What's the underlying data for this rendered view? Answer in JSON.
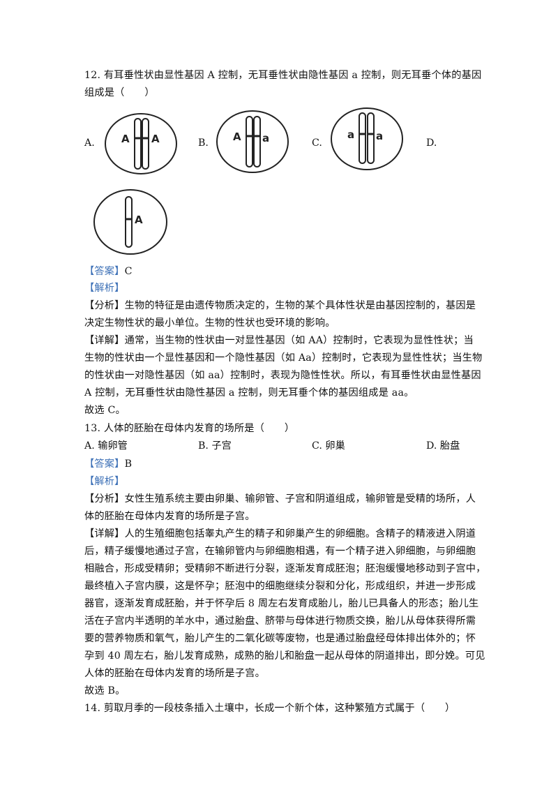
{
  "q12": {
    "stem_line1": "12. 有耳垂性状由显性基因 A 控制，无耳垂性状由隐性基因 a 控制，则无耳垂个体的基因",
    "stem_line2": "组成是（　　）",
    "options": [
      {
        "label": "A.",
        "genes": [
          "A",
          "A"
        ]
      },
      {
        "label": "B.",
        "genes": [
          "A",
          "a"
        ]
      },
      {
        "label": "C.",
        "genes": [
          "a",
          "a"
        ]
      },
      {
        "label": "D.",
        "genes": [
          "A"
        ]
      }
    ],
    "answer_tag": "【答案】",
    "answer": "C",
    "analysis_tag": "【解析】",
    "fenxi_tag": "【分析】",
    "fenxi_lines": [
      "生物的特征是由遗传物质决定的，生物的某个具体性状是由基因控制的，基因是",
      "决定生物性状的最小单位。生物的性状也受环境的影响。"
    ],
    "xiangjie_tag": "【详解】",
    "xiangjie_lines": [
      "通常，当生物的性状由一对显性基因（如 AA）控制时，它表现为显性性状；当",
      "生物的性状由一个显性基因和一个隐性基因（如 Aa）控制时，它表现为显性性状；当生物",
      "的性状由一对隐性基因（如 aa）控制时，表现为隐性性状。所以，有耳垂性状由显性基因",
      "A 控制，无耳垂性状由隐性基因 a 控制，则无耳垂个体的基因组成是 aa。"
    ],
    "conclusion": "故选 C。"
  },
  "q13": {
    "stem": "13. 人体的胚胎在母体内发育的场所是（　　）",
    "options": [
      {
        "label": "A.",
        "text": "输卵管"
      },
      {
        "label": "B.",
        "text": "子宫"
      },
      {
        "label": "C.",
        "text": "卵巢"
      },
      {
        "label": "D.",
        "text": "胎盘"
      }
    ],
    "answer_tag": "【答案】",
    "answer": "B",
    "analysis_tag": "【解析】",
    "fenxi_tag": "【分析】",
    "fenxi_lines": [
      "女性生殖系统主要由卵巢、输卵管、子宫和阴道组成，输卵管是受精的场所，人",
      "体的胚胎在母体内发育的场所是子宫。"
    ],
    "xiangjie_tag": "【详解】",
    "xiangjie_lines": [
      "人的生殖细胞包括睾丸产生的精子和卵巢产生的卵细胞。含精子的精液进入阴道",
      "后，精子缓慢地通过子宫，在输卵管内与卵细胞相遇，有一个精子进入卵细胞，与卵细胞",
      "相融合，形成受精卵；受精卵不断进行分裂，逐渐发育成胚泡；胚泡缓慢地移动到子宫中，",
      "最终植入子宫内膜，这是怀孕；胚泡中的细胞继续分裂和分化，形成组织，并进一步形成",
      "器官，逐渐发育成胚胎，并于怀孕后 8 周左右发育成胎儿，胎儿已具备人的形态；胎儿生",
      "活在子宫内半透明的羊水中，通过胎盘、脐带与母体进行物质交换，胎儿从母体获得所需",
      "要的营养物质和氧气，胎儿产生的二氧化碳等废物，也是通过胎盘经母体排出体外的；怀",
      "孕到 40 周左右，胎儿发育成熟，成熟的胎儿和胎盘一起从母体的阴道排出，即分娩。可见",
      "人体的胚胎在母体内发育的场所是子宫。"
    ],
    "conclusion": "故选 B。"
  },
  "q14": {
    "stem": "14. 剪取月季的一段枝条插入土壤中，长成一个新个体，这种繁殖方式属于（　　）"
  },
  "colors": {
    "tag": "#3b6fb6",
    "text": "#111111"
  }
}
